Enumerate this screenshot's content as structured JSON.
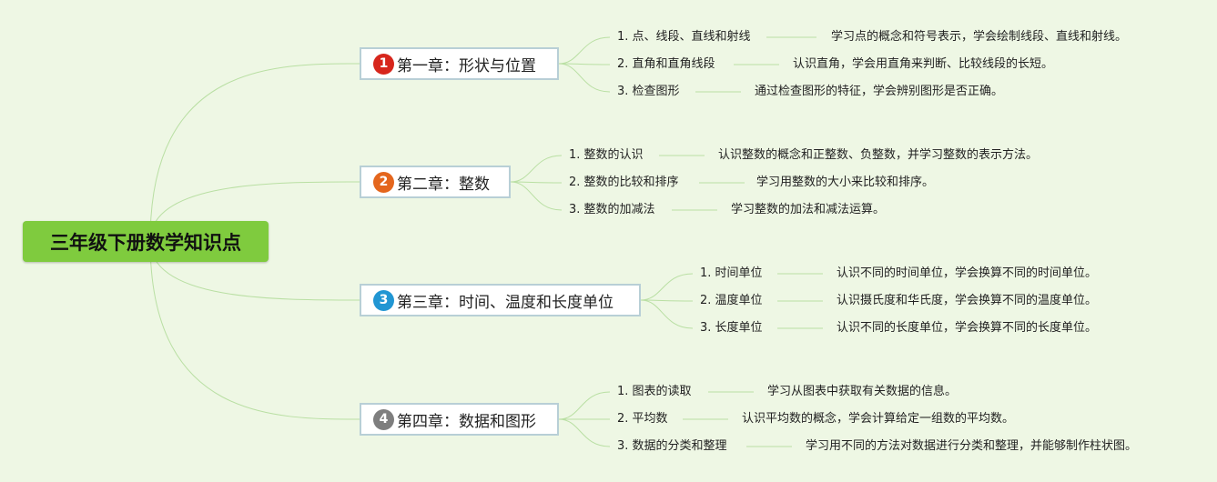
{
  "root": {
    "title": "三年级下册数学知识点"
  },
  "colors": {
    "link": "#b9dfa3",
    "background": "#eef7e4",
    "root_fill": "#7fcb3e"
  },
  "chapters": [
    {
      "number": "1",
      "badge_color": "#d7261c",
      "title": "第一章：形状与位置",
      "topics": [
        {
          "label": "1. 点、线段、直线和射线",
          "desc": "学习点的概念和符号表示，学会绘制线段、直线和射线。"
        },
        {
          "label": "2. 直角和直角线段",
          "desc": "认识直角，学会用直角来判断、比较线段的长短。"
        },
        {
          "label": "3. 检查图形",
          "desc": "通过检查图形的特征，学会辨别图形是否正确。"
        }
      ]
    },
    {
      "number": "2",
      "badge_color": "#e4661d",
      "title": "第二章：整数",
      "topics": [
        {
          "label": "1. 整数的认识",
          "desc": "认识整数的概念和正整数、负整数，并学习整数的表示方法。"
        },
        {
          "label": "2. 整数的比较和排序",
          "desc": "学习用整数的大小来比较和排序。"
        },
        {
          "label": "3. 整数的加减法",
          "desc": "学习整数的加法和减法运算。"
        }
      ]
    },
    {
      "number": "3",
      "badge_color": "#2196d3",
      "title": "第三章：时间、温度和长度单位",
      "topics": [
        {
          "label": "1. 时间单位",
          "desc": "认识不同的时间单位，学会换算不同的时间单位。"
        },
        {
          "label": "2. 温度单位",
          "desc": "认识摄氏度和华氏度，学会换算不同的温度单位。"
        },
        {
          "label": "3. 长度单位",
          "desc": "认识不同的长度单位，学会换算不同的长度单位。"
        }
      ]
    },
    {
      "number": "4",
      "badge_color": "#7e7e7e",
      "title": "第四章：数据和图形",
      "topics": [
        {
          "label": "1. 图表的读取",
          "desc": "学习从图表中获取有关数据的信息。"
        },
        {
          "label": "2. 平均数",
          "desc": "认识平均数的概念，学会计算给定一组数的平均数。"
        },
        {
          "label": "3. 数据的分类和整理",
          "desc": "学习用不同的方法对数据进行分类和整理，并能够制作柱状图。"
        }
      ]
    }
  ]
}
